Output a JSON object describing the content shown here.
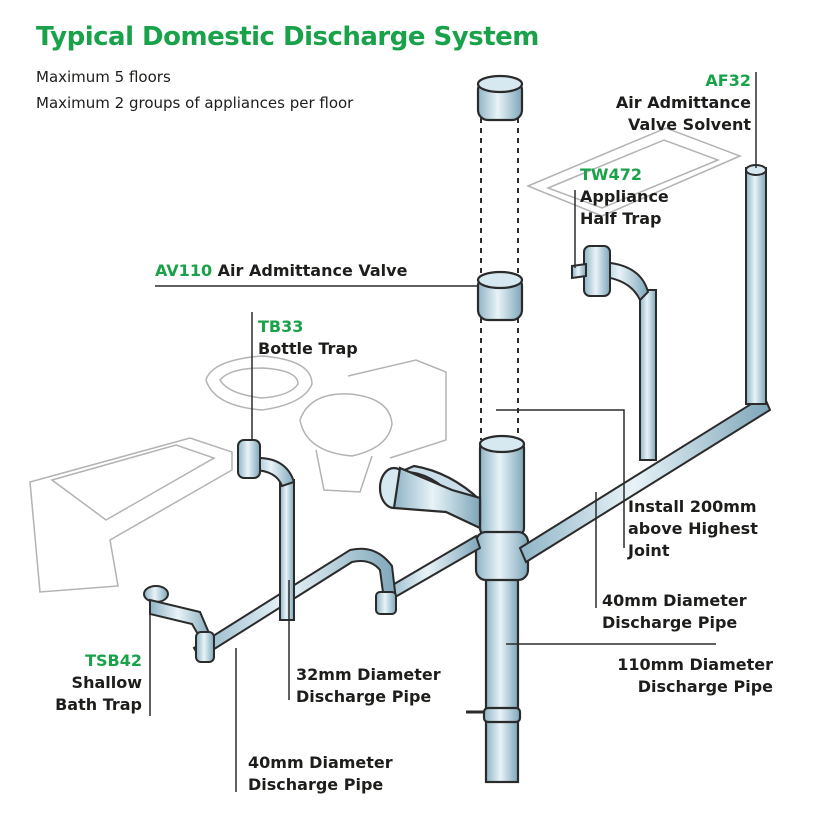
{
  "title": "Typical Domestic Discharge System",
  "subtitle": [
    "Maximum 5 floors",
    "Maximum 2 groups of appliances per floor"
  ],
  "labels": {
    "af32": {
      "code": "AF32",
      "line1": "Air Admittance",
      "line2": "Valve Solvent"
    },
    "tw472": {
      "code": "TW472",
      "line1": "Appliance",
      "line2": "Half Trap"
    },
    "av110": {
      "code": "AV110",
      "text": "Air Admittance Valve"
    },
    "tb33": {
      "code": "TB33",
      "text": "Bottle Trap"
    },
    "install": {
      "line1": "Install 200mm",
      "line2": "above Highest",
      "line3": "Joint"
    },
    "pipe40_right": {
      "line1": "40mm Diameter",
      "line2": "Discharge Pipe"
    },
    "pipe110": {
      "line1": "110mm Diameter",
      "line2": "Discharge Pipe"
    },
    "tsb42": {
      "code": "TSB42",
      "line1": "Shallow",
      "line2": "Bath Trap"
    },
    "pipe32": {
      "line1": "32mm Diameter",
      "line2": "Discharge Pipe"
    },
    "pipe40_bottom": {
      "line1": "40mm Diameter",
      "line2": "Discharge Pipe"
    }
  },
  "colors": {
    "accent": "#1aa24a",
    "pipe": "#c9dee8",
    "pipe_edge": "#2b2b2b",
    "appliance": "#b3b3b3"
  }
}
